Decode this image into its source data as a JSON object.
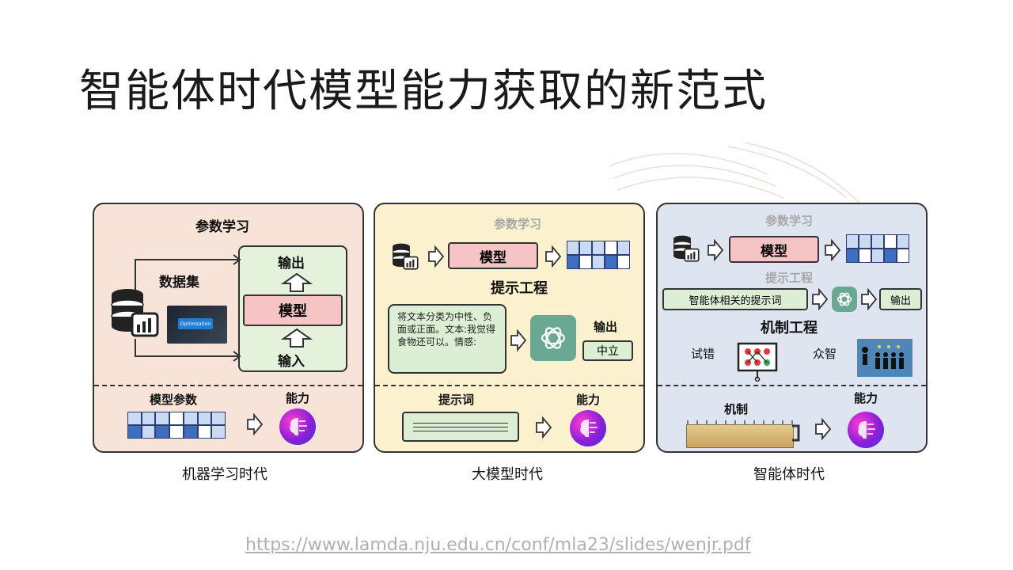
{
  "slide": {
    "title": "智能体时代模型能力获取的新范式",
    "source_url": "https://www.lamda.nju.edu.cn/conf/mla23/slides/wenjr.pdf"
  },
  "panel_ml": {
    "heading": "参数学习",
    "dataset_label": "数据集",
    "output_label": "输出",
    "model_label": "模型",
    "input_label": "输入",
    "key_label": "Optimization",
    "params_label": "模型参数",
    "ability_label": "能力",
    "caption": "机器学习时代"
  },
  "panel_llm": {
    "heading_faded": "参数学习",
    "model_label": "模型",
    "prompt_eng_label": "提示工程",
    "prompt_example": "将文本分类为中性、负面或正面。文本:我觉得食物还可以。情感:",
    "output_label": "输出",
    "output_value": "中立",
    "prompt_word_label": "提示词",
    "ability_label": "能力",
    "caption": "大模型时代"
  },
  "panel_agent": {
    "heading_faded": "参数学习",
    "model_label": "模型",
    "prompt_eng_faded": "提示工程",
    "agent_prompt_label": "智能体相关的提示词",
    "output_label": "输出",
    "mechanism_eng_label": "机制工程",
    "trial_label": "试错",
    "crowd_label": "众智",
    "mechanism_label": "机制",
    "ability_label": "能力",
    "caption": "智能体时代"
  },
  "colors": {
    "panel_ml_bg": "#f8e3d8",
    "panel_llm_bg": "#fbf1cf",
    "panel_agent_bg": "#dfe4f1",
    "model_box": "#f7c4c5",
    "green_box": "#dcefd4",
    "gpt_teal": "#6aa893",
    "strip_dark": "#3e6ec0",
    "strip_light": "#c9daf2"
  }
}
